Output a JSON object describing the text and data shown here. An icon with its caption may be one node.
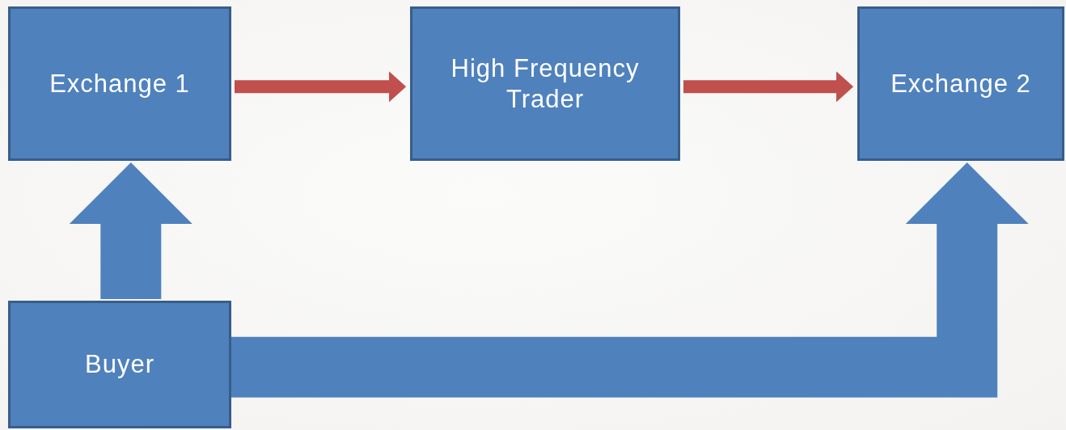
{
  "diagram": {
    "nodes": [
      {
        "text": [
          "Exchange 1"
        ]
      },
      {
        "text": [
          "High Frequency Trader"
        ]
      },
      {
        "text": [
          "Exchange 2"
        ]
      },
      {
        "text": [
          "Buyer"
        ]
      }
    ],
    "edges": [
      {
        "from": 0,
        "to": 1,
        "arrow": "to",
        "color": "#c0504d"
      },
      {
        "from": 1,
        "to": 2,
        "arrow": "to",
        "color": "#c0504d"
      },
      {
        "from": 3,
        "to": 0,
        "arrow": "to",
        "style": "thick",
        "color": "#4f81bd"
      },
      {
        "from": 3,
        "to": 2,
        "arrow": "to",
        "style": "thick",
        "color": "#4f81bd"
      }
    ]
  }
}
